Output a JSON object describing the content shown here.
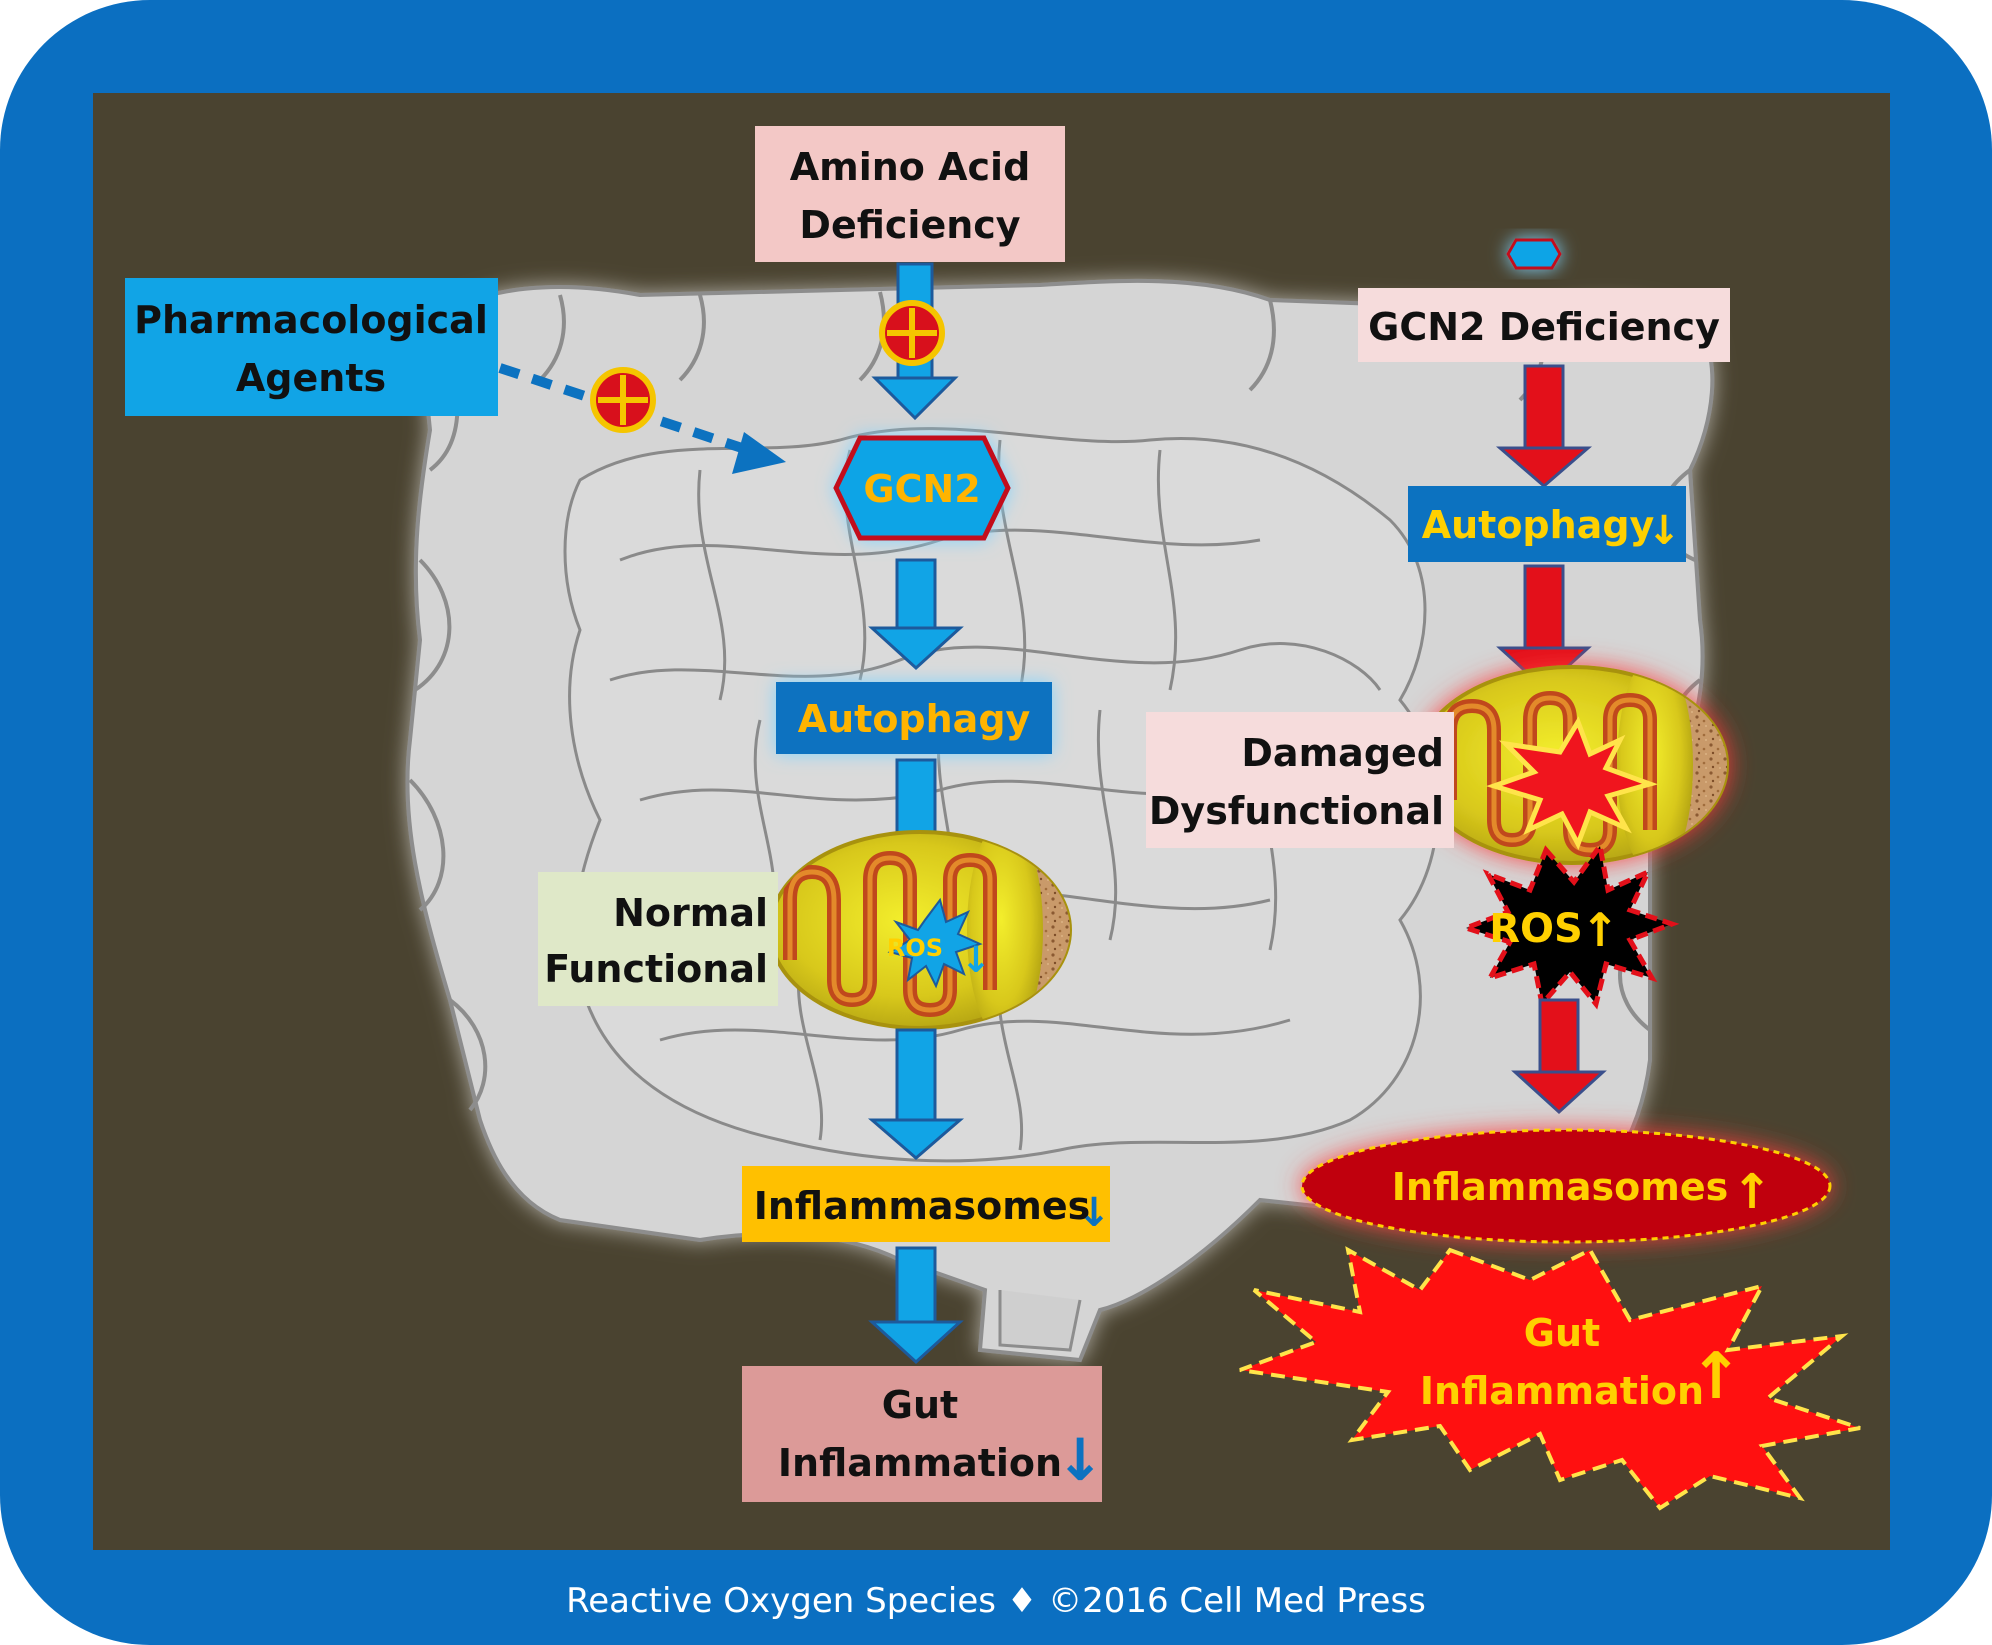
{
  "colors": {
    "frame": "#0b6fc1",
    "panel": "#4a4330",
    "gut": "#d5d5d5",
    "blue_arrow": "#11a4e6",
    "red_arrow": "#e3101a",
    "pink_box": "#f3c8c6",
    "blue_box": "#11a4e6",
    "dark_blue_box": "#0c72c0",
    "yellow_text": "#ffd000",
    "orange_text": "#ffb400",
    "yellow_box": "#ffc000",
    "green_box": "#dfe8c8",
    "rose_box": "#dc9a98"
  },
  "left_pathway": {
    "amino_acid_line1": "Amino Acid",
    "amino_acid_line2": "Deficiency",
    "pharma_line1": "Pharmacological",
    "pharma_line2": "Agents",
    "gcn2": "GCN2",
    "autophagy": "Autophagy",
    "mito_line1": "Normal",
    "mito_line2": "Functional",
    "ros": "ROS",
    "ros_arrow": "↓",
    "inflammasomes": "Inflammasomes",
    "inflammasomes_arrow": "↓",
    "gut_line1": "Gut",
    "gut_line2": "Inflammation",
    "gut_arrow": "↓"
  },
  "right_pathway": {
    "gcn2_deficiency": "GCN2 Deficiency",
    "autophagy": "Autophagy",
    "autophagy_arrow": "↓",
    "mito_line1": "Damaged",
    "mito_line2": "Dysfunctional",
    "ros": "ROS",
    "ros_arrow": "↑",
    "inflammasomes": "Inflammasomes",
    "inflammasomes_arrow": "↑",
    "gut_line1": "Gut",
    "gut_line2": "Inflammation",
    "gut_arrow": "↑"
  },
  "footer": {
    "text": "Reactive Oxygen Species ♦ ©2016 Cell Med Press"
  }
}
